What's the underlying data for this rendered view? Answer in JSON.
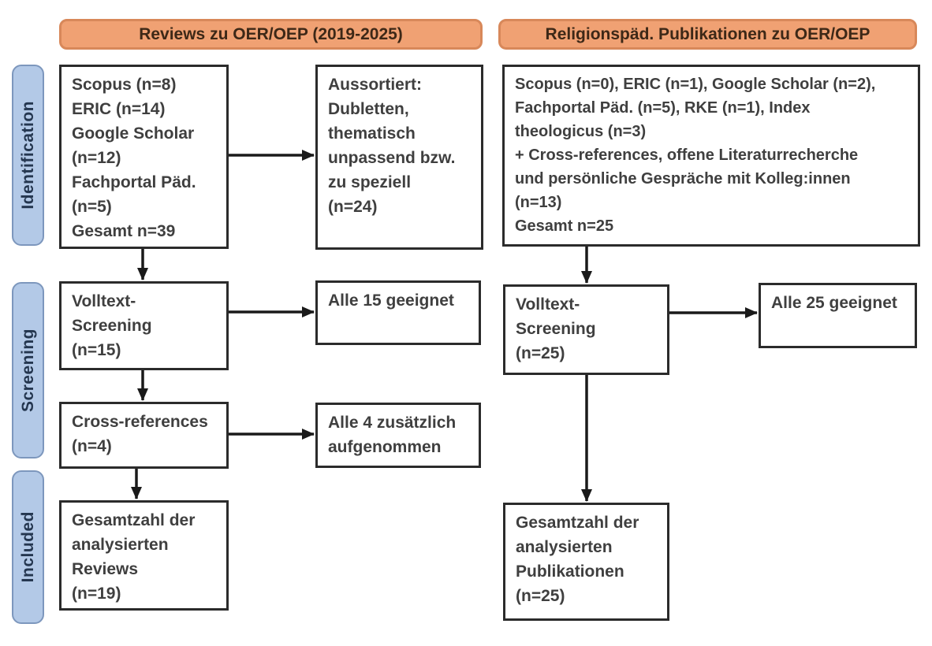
{
  "headers": {
    "left": "Reviews zu OER/OEP (2019-2025)",
    "right": "Religionspäd. Publikationen zu OER/OEP"
  },
  "stages": {
    "identification": "Identification",
    "screening": "Screening",
    "included": "Included"
  },
  "left_column": {
    "identification_box": {
      "lines": [
        "Scopus (n=8)",
        "ERIC (n=14)",
        "Google Scholar",
        "(n=12)",
        "Fachportal Päd.",
        "(n=5)",
        "Gesamt n=39"
      ]
    },
    "excluded_box": {
      "lines": [
        "Aussortiert:",
        "Dubletten,",
        "thematisch",
        "unpassend bzw.",
        "zu speziell",
        "(n=24)"
      ]
    },
    "screening_box": {
      "lines": [
        "Volltext-",
        "Screening",
        "(n=15)"
      ]
    },
    "screening_result_box": {
      "lines": [
        "Alle 15 geeignet"
      ]
    },
    "crossref_box": {
      "lines": [
        "Cross-references",
        "(n=4)"
      ]
    },
    "crossref_result_box": {
      "lines": [
        "Alle 4 zusätzlich",
        "aufgenommen"
      ]
    },
    "included_box": {
      "lines": [
        "Gesamtzahl der",
        "analysierten",
        "Reviews",
        "(n=19)"
      ]
    }
  },
  "right_column": {
    "identification_box": {
      "lines": [
        "Scopus (n=0), ERIC (n=1), Google Scholar (n=2),",
        "Fachportal Päd. (n=5), RKE (n=1), Index",
        "theologicus (n=3)",
        "+ Cross-references, offene Literaturrecherche",
        "und persönliche Gespräche mit Kolleg:innen",
        "(n=13)",
        "Gesamt n=25"
      ]
    },
    "screening_box": {
      "lines": [
        "Volltext-",
        "Screening",
        "(n=25)"
      ]
    },
    "screening_result_box": {
      "lines": [
        "Alle 25 geeignet"
      ]
    },
    "included_box": {
      "lines": [
        "Gesamtzahl der",
        "analysierten",
        "Publikationen",
        "(n=25)"
      ]
    }
  },
  "colors": {
    "header_fill": "#f0a173",
    "header_border": "#d8885a",
    "header_text": "#3d2817",
    "stage_fill": "#b3c9e7",
    "stage_border": "#7d97bd",
    "stage_text": "#24364f",
    "box_border": "#2b2b2b",
    "box_text": "#3f3f3f",
    "arrow": "#1a1a1a"
  }
}
